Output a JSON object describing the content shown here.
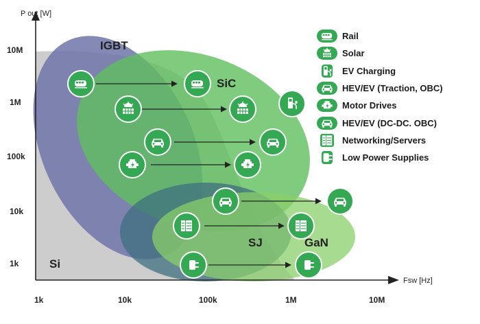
{
  "axes": {
    "y_title": "P out [W]",
    "x_title": "Fsw [Hz]",
    "y_ticks": [
      "10M",
      "1M",
      "100k",
      "10k",
      "1k"
    ],
    "x_ticks": [
      "1k",
      "10k",
      "100k",
      "1M",
      "10M"
    ]
  },
  "regions": {
    "si": "Si",
    "igbt": "IGBT",
    "sic": "SiC",
    "sj": "SJ",
    "gan": "GaN"
  },
  "legend": [
    {
      "icon": "train-icon",
      "label": "Rail"
    },
    {
      "icon": "solar-icon",
      "label": "Solar"
    },
    {
      "icon": "ev-charger-icon",
      "label": "EV Charging"
    },
    {
      "icon": "car-icon",
      "label": "HEV/EV (Traction, OBC)"
    },
    {
      "icon": "motor-icon",
      "label": "Motor Drives"
    },
    {
      "icon": "car-icon",
      "label": "HEV/EV (DC-DC. OBC)"
    },
    {
      "icon": "server-icon",
      "label": "Networking/Servers"
    },
    {
      "icon": "plug-icon",
      "label": "Low Power Supplies"
    }
  ],
  "colors": {
    "si": "#c8c8c8",
    "igbt": "#6f74a8",
    "sic": "#5fbf5f",
    "sj": "#3f6f7f",
    "gan": "#8acf6a",
    "icon_green": "#34a853",
    "axis": "#222222"
  }
}
